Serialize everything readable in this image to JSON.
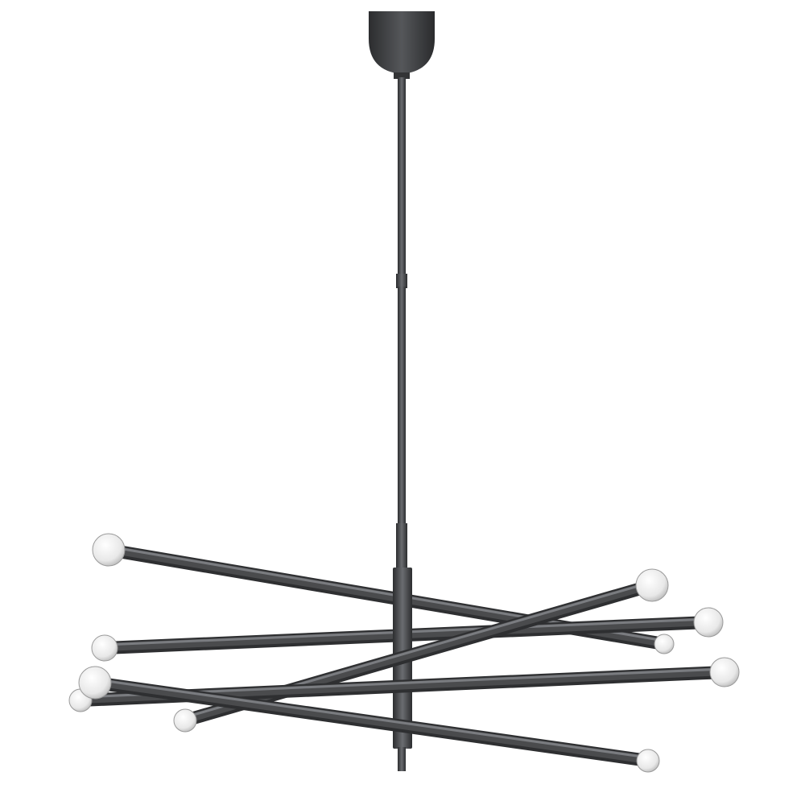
{
  "image": {
    "subject": "chandelier",
    "colors": {
      "background": "#ffffff",
      "metal": "#4a4b4d",
      "metal_highlight": "#7a7c80",
      "metal_dark": "#2e2f31",
      "bulb": "#f2f2f2"
    },
    "arm_count": 5,
    "bulb_count": 10
  }
}
